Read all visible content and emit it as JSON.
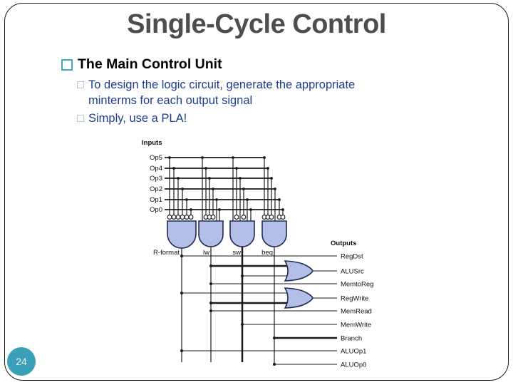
{
  "slide": {
    "title": "Single-Cycle Control",
    "page_number": "24",
    "bullet_level1": "The Main Control Unit",
    "bullets_level2": [
      {
        "lines": [
          "To design the logic circuit, generate the appropriate",
          "minterms for each output signal"
        ]
      },
      {
        "lines": [
          "Simply, use a PLA!"
        ]
      }
    ]
  },
  "colors": {
    "title": "#4d4d4d",
    "body_text": "#1e3c8e",
    "bullet_accent": "#45a8c0",
    "gate_fill": "#b3bfe6",
    "gate_stroke": "#1e2b52",
    "page_badge": "#3aa0b7",
    "wire": "#1a1a1a"
  },
  "diagram": {
    "inputs_label": "Inputs",
    "outputs_label": "Outputs",
    "input_signals": [
      "Op5",
      "Op4",
      "Op3",
      "Op2",
      "Op1",
      "Op0"
    ],
    "and_gates": [
      {
        "label": "R-format",
        "inverted_inputs": [
          "Op5",
          "Op4",
          "Op3",
          "Op2",
          "Op1",
          "Op0"
        ]
      },
      {
        "label": "lw",
        "inverted_inputs": [
          "Op4",
          "Op3",
          "Op2"
        ]
      },
      {
        "label": "sw",
        "inverted_inputs": [
          "Op4",
          "Op2"
        ]
      },
      {
        "label": "beq",
        "inverted_inputs": [
          "Op5",
          "Op4",
          "Op3",
          "Op1",
          "Op0"
        ]
      }
    ],
    "output_signals": [
      {
        "label": "RegDst",
        "sources": [
          "R-format"
        ]
      },
      {
        "label": "ALUSrc",
        "sources": [
          "lw",
          "sw"
        ],
        "combiner": "OR"
      },
      {
        "label": "MemtoReg",
        "sources": [
          "lw"
        ]
      },
      {
        "label": "RegWrite",
        "sources": [
          "R-format",
          "lw"
        ],
        "combiner": "OR"
      },
      {
        "label": "MemRead",
        "sources": [
          "lw"
        ]
      },
      {
        "label": "MemWrite",
        "sources": [
          "sw"
        ]
      },
      {
        "label": "Branch",
        "sources": [
          "beq"
        ]
      },
      {
        "label": "ALUOp1",
        "sources": [
          "R-format"
        ]
      },
      {
        "label": "ALUOp0",
        "sources": [
          "beq"
        ]
      }
    ]
  }
}
